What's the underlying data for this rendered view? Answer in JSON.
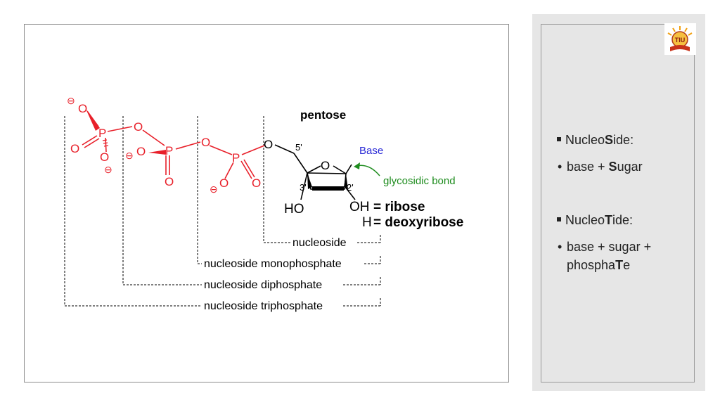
{
  "diagram": {
    "title": "pentose",
    "base_label": "Base",
    "glycosidic_label": "glycosidic bond",
    "carbon_5": "5'",
    "carbon_3": "3'",
    "carbon_2": "2'",
    "ring_oxygen": "O",
    "link_oxygen": "O",
    "ho_3": "HO",
    "oh_2": "OH",
    "ribose_eq": "= ribose",
    "h_2": "H",
    "deoxyribose_eq": "= deoxyribose",
    "phosphorus": "P",
    "oxygen": "O",
    "minus": "⊖",
    "brackets": {
      "nucleoside": "nucleoside",
      "monophosphate": "nucleoside monophosphate",
      "diphosphate": "nucleoside diphosphate",
      "triphosphate": "nucleoside triphosphate"
    }
  },
  "sidebar": {
    "nucleoside_heading": {
      "pre": "Nucleo",
      "bold": "S",
      "post": "ide:"
    },
    "nucleoside_def": {
      "pre": "base + ",
      "bold": "S",
      "post": "ugar"
    },
    "nucleotide_heading": {
      "pre": "Nucleo",
      "bold": "T",
      "post": "ide:"
    },
    "nucleotide_def_line1": "base + sugar +",
    "nucleotide_def_line2": {
      "pre": "phospha",
      "bold": "T",
      "post": "e"
    }
  },
  "logo": {
    "text": "TIU"
  },
  "colors": {
    "phosphate": "#e8202a",
    "base": "#2a2ad6",
    "glycosidic": "#1e8c1e",
    "black": "#000000"
  }
}
